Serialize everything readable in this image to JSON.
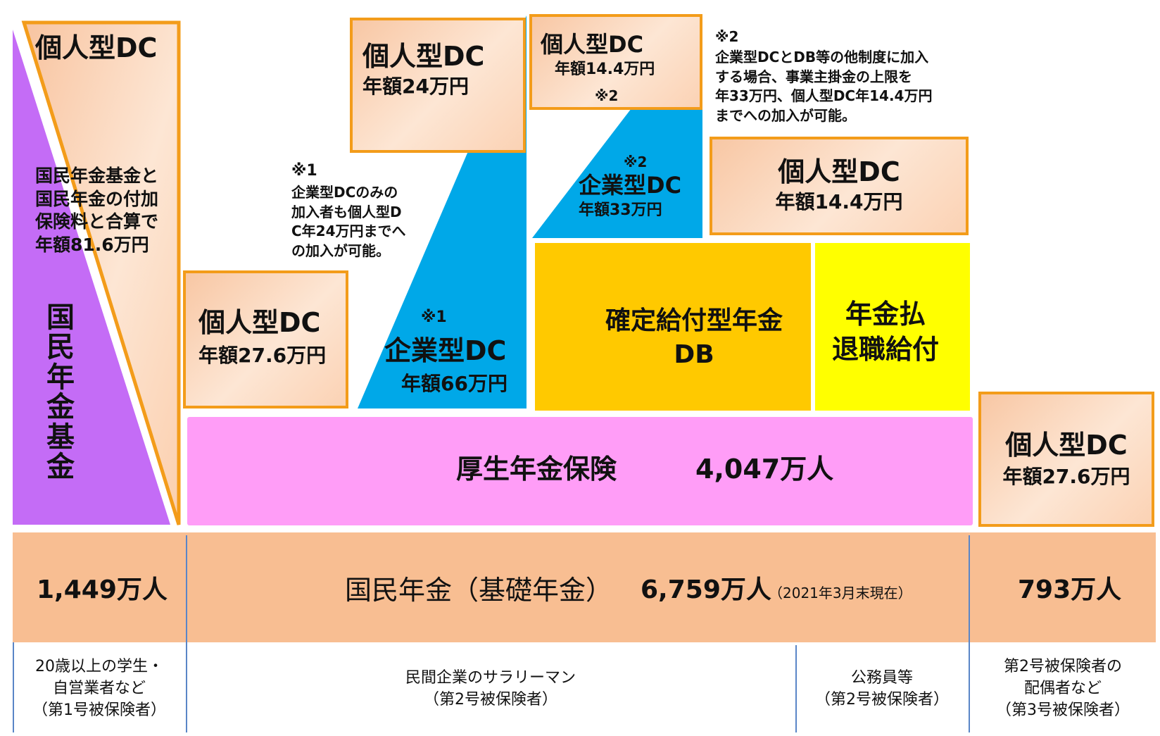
{
  "colors": {
    "kokumin_kikin": "#c46cf6",
    "dc_fill": "#fbd2b4",
    "dc_border": "#f39c1a",
    "kigyou_dc": "#00a8e8",
    "db": "#ffc900",
    "nenkinbarai": "#ffff00",
    "kousei": "#ff9df7",
    "kokumin": "#f8be92",
    "divider": "#5a86c7"
  },
  "col1": {
    "dc_title": "個人型DC",
    "dc_note": "国民年金基金と\n国民年金の付加\n保険料と合算で\n年額81.6万円",
    "kikin_label": "国\n民\n年\n金\n基\n金",
    "count": "1,449万人",
    "category": "20歳以上の学生・\n自営業者など\n（第1号被保険者）"
  },
  "col2": {
    "dc_upper_title": "個人型DC",
    "dc_upper_amount": "年額24万円",
    "note_mark": "※1",
    "note_text": "企業型DCのみの\n加入者も個人型D\nC年24万円までへ\nの加入が可能。",
    "dc_lower_title": "個人型DC",
    "dc_lower_amount": "年額27.6万円",
    "kigyou_mark": "※1",
    "kigyou_title": "企業型DC",
    "kigyou_amount": "年額66万円"
  },
  "col3": {
    "dc_top_title": "個人型DC",
    "dc_top_amount": "年額14.4万円",
    "dc_top_mark": "※2",
    "kigyou_mark": "※2",
    "kigyou_title": "企業型DC",
    "kigyou_amount": "年額33万円",
    "note_mark": "※2",
    "note_text": "企業型DCとDB等の他制度に加入\nする場合、事業主掛金の上限を\n年33万円、個人型DC年14.4万円\nまでへの加入が可能。",
    "dc_right_title": "個人型DC",
    "dc_right_amount": "年額14.4万円",
    "db_line1": "確定給付型年金",
    "db_line2": "DB",
    "nb_line1": "年金払",
    "nb_line2": "退職給付"
  },
  "kousei": {
    "label": "厚生年金保険",
    "count": "4,047万人"
  },
  "kokumin": {
    "label": "国民年金（基礎年金）",
    "count": "6,759万人",
    "asof": "（2021年3月末現在）"
  },
  "col4": {
    "dc_title": "個人型DC",
    "dc_amount": "年額27.6万円",
    "count": "793万人",
    "category": "第2号被保険者の\n配偶者など\n（第3号被保険者）"
  },
  "categories": {
    "salaryman": "民間企業のサラリーマン\n（第2号被保険者）",
    "koumuin": "公務員等\n（第2号被保険者）"
  }
}
